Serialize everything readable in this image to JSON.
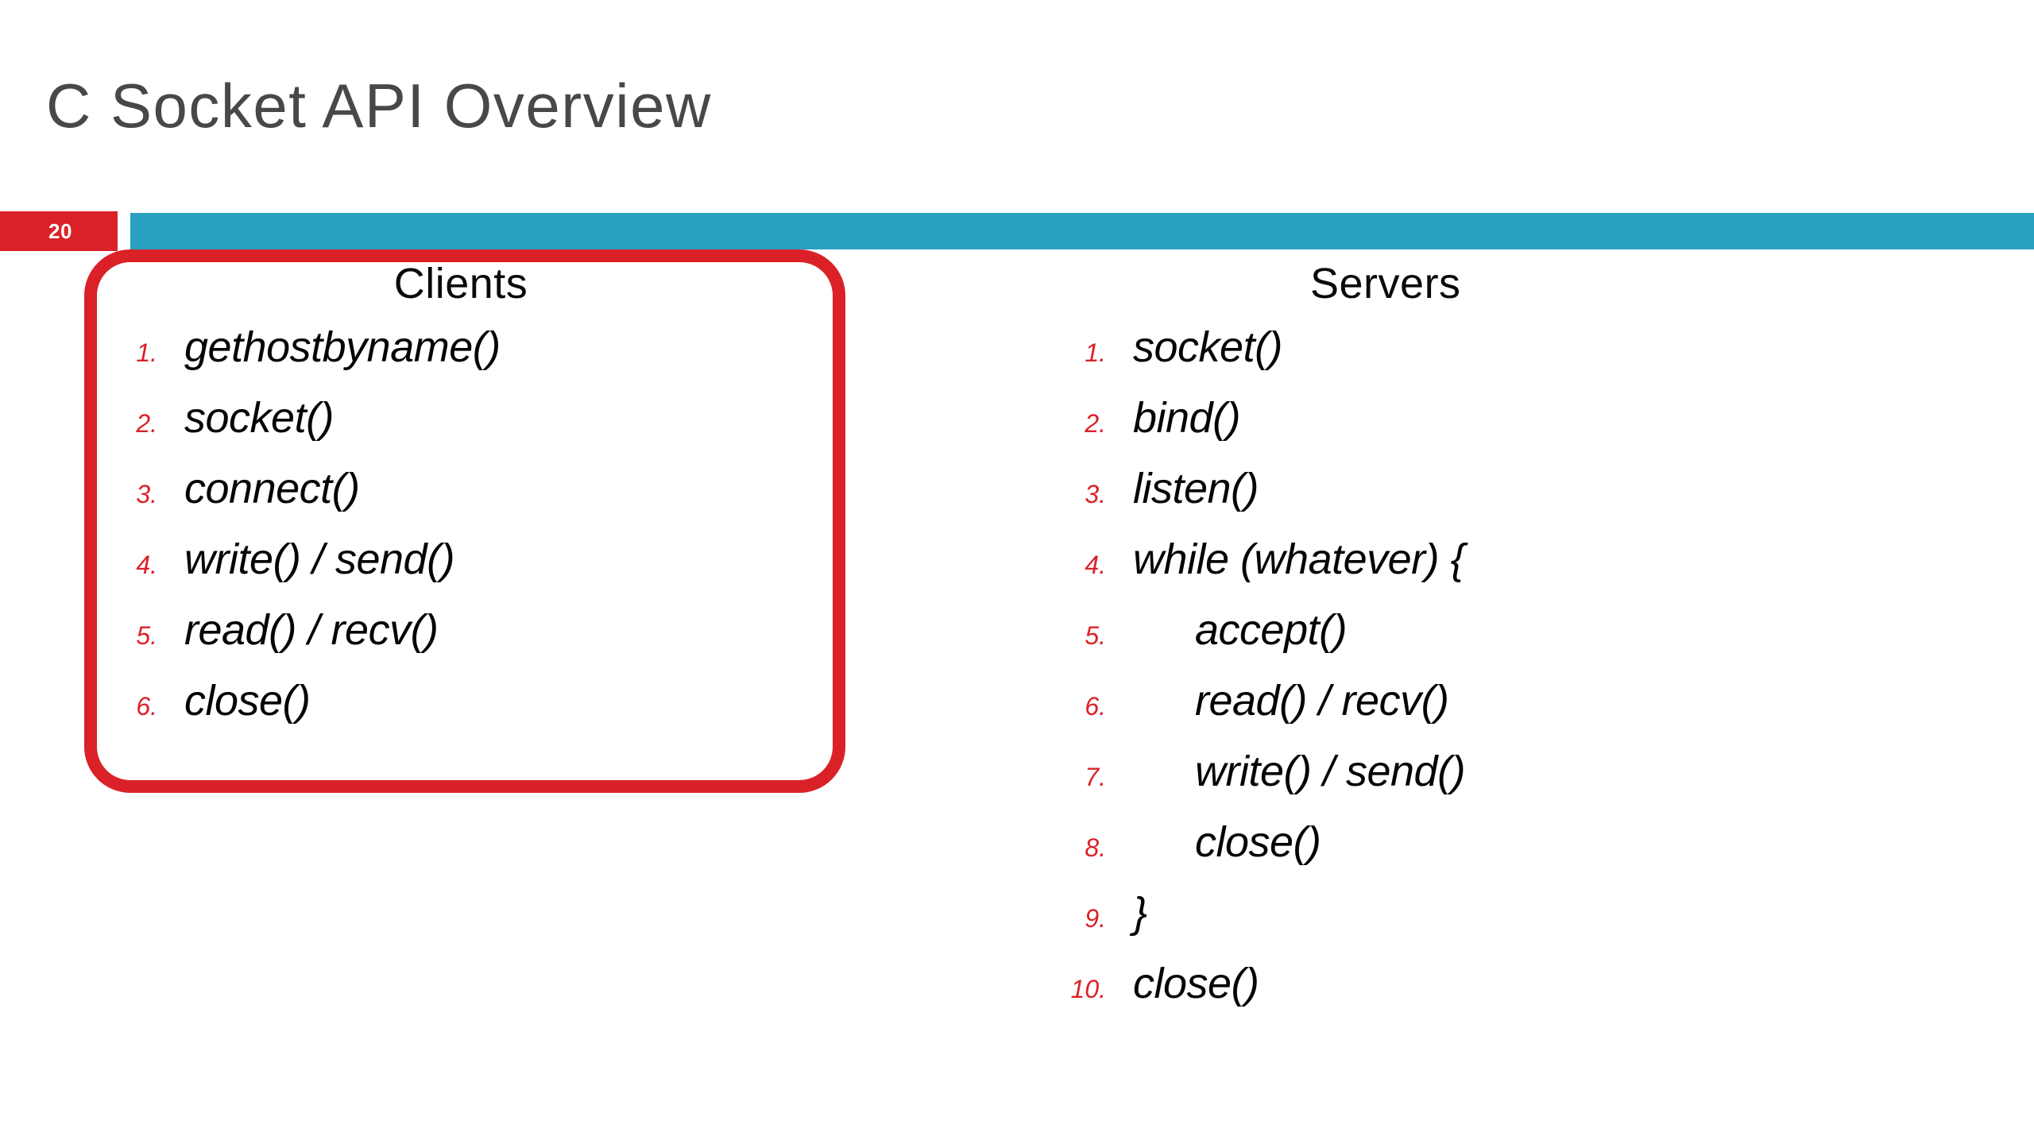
{
  "slide": {
    "title": "C Socket API Overview",
    "page_number": "20",
    "accent_red": "#DA2128",
    "accent_blue": "#2AA0C1",
    "title_color": "#484848"
  },
  "columns": [
    {
      "key": "clients",
      "heading": "Clients",
      "highlighted": true,
      "items": [
        {
          "number": "1.",
          "label": "gethostbyname()",
          "indent": false
        },
        {
          "number": "2.",
          "label": "socket()",
          "indent": false
        },
        {
          "number": "3.",
          "label": "connect()",
          "indent": false
        },
        {
          "number": "4.",
          "label": "write() / send()",
          "indent": false
        },
        {
          "number": "5.",
          "label": "read() / recv()",
          "indent": false
        },
        {
          "number": "6.",
          "label": "close()",
          "indent": false
        }
      ]
    },
    {
      "key": "servers",
      "heading": "Servers",
      "highlighted": false,
      "items": [
        {
          "number": "1.",
          "label": "socket()",
          "indent": false
        },
        {
          "number": "2.",
          "label": "bind()",
          "indent": false
        },
        {
          "number": "3.",
          "label": "listen()",
          "indent": false
        },
        {
          "number": "4.",
          "label": "while (whatever) {",
          "indent": false
        },
        {
          "number": "5.",
          "label": "accept()",
          "indent": true
        },
        {
          "number": "6.",
          "label": "read() / recv()",
          "indent": true
        },
        {
          "number": "7.",
          "label": "write() / send()",
          "indent": true
        },
        {
          "number": "8.",
          "label": "close()",
          "indent": true
        },
        {
          "number": "9.",
          "label": "}",
          "indent": false
        },
        {
          "number": "10.",
          "label": "close()",
          "indent": false
        }
      ]
    }
  ]
}
